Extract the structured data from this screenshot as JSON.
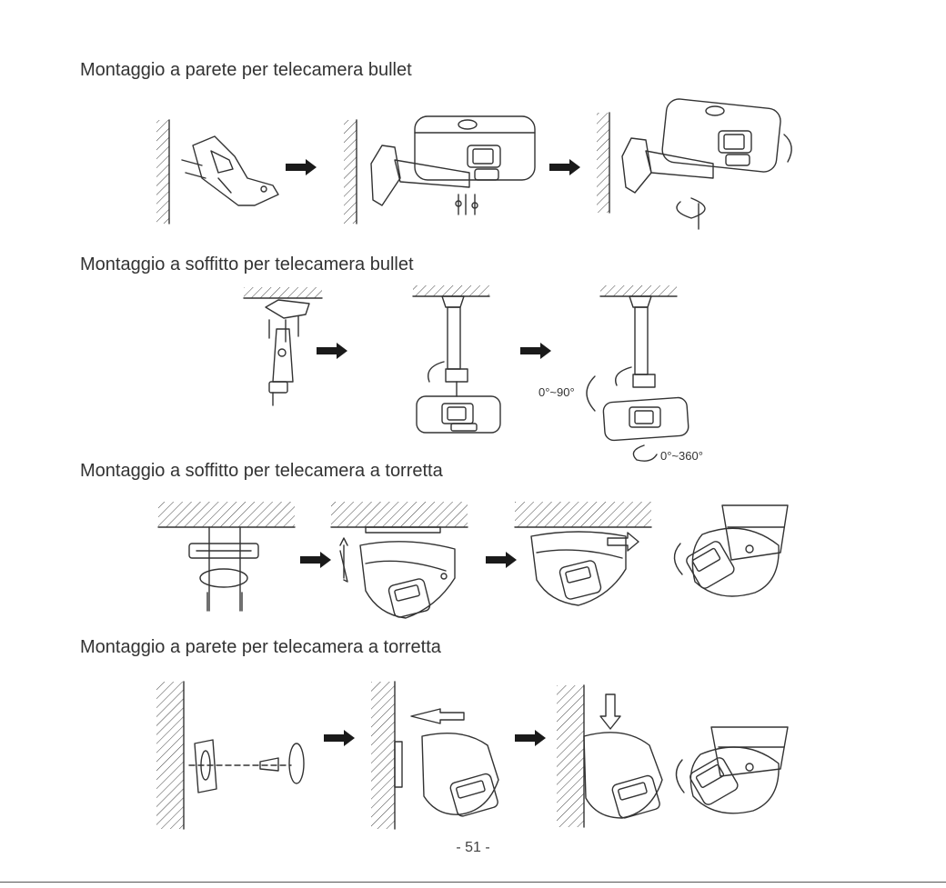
{
  "sections": [
    {
      "title": "Montaggio a parete per telecamera bullet"
    },
    {
      "title": "Montaggio a soffitto per telecamera bullet"
    },
    {
      "title": "Montaggio a soffitto per telecamera a torretta"
    },
    {
      "title": "Montaggio a parete per telecamera a torretta"
    }
  ],
  "annotations": {
    "tilt_range": "0°~90°",
    "pan_range": "0°~360°"
  },
  "page_number": "- 51 -",
  "colors": {
    "line": "#333333",
    "arrow": "#1a1a1a",
    "text": "#333333"
  }
}
